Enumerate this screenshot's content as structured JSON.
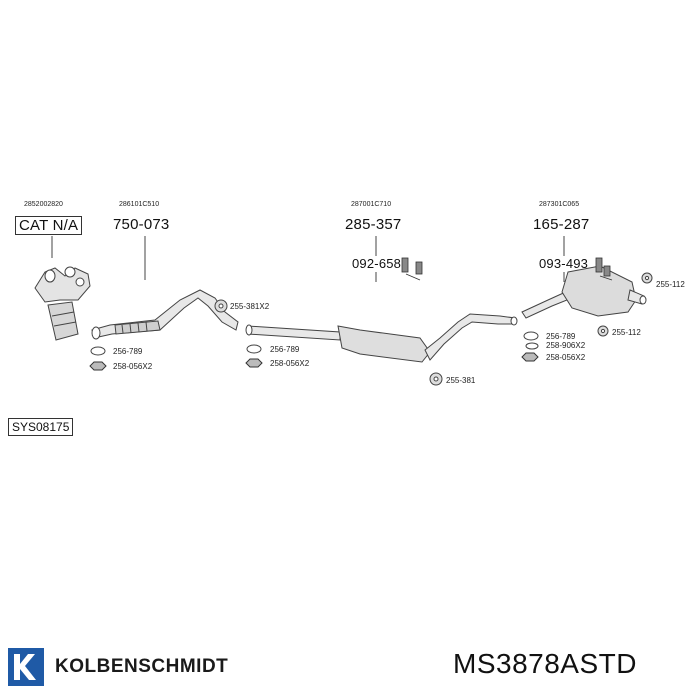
{
  "diagram": {
    "oem_numbers": {
      "cat": "2852002820",
      "front_pipe": "286101C510",
      "middle": "287001C710",
      "rear": "287301C065"
    },
    "part_numbers": {
      "cat": "CAT N/A",
      "front_pipe": "750-073",
      "middle": "285-357",
      "middle_hanger": "092-658",
      "rear": "165-287",
      "rear_hanger": "093-493"
    },
    "fittings": {
      "f1": "256-789",
      "f2": "258-056X2",
      "f3": "255-381X2",
      "f4": "256-789",
      "f5": "258-056X2",
      "f6": "255-381",
      "f7": "256-789",
      "f8": "258-906X2",
      "f9": "258-056X2",
      "f10": "255-112",
      "f11": "255-112"
    },
    "system_code": "SYS08175"
  },
  "footer": {
    "brand": "KOLBENSCHMIDT",
    "article": "MS3878ASTD",
    "logo_icon": "ks-logo-icon"
  }
}
